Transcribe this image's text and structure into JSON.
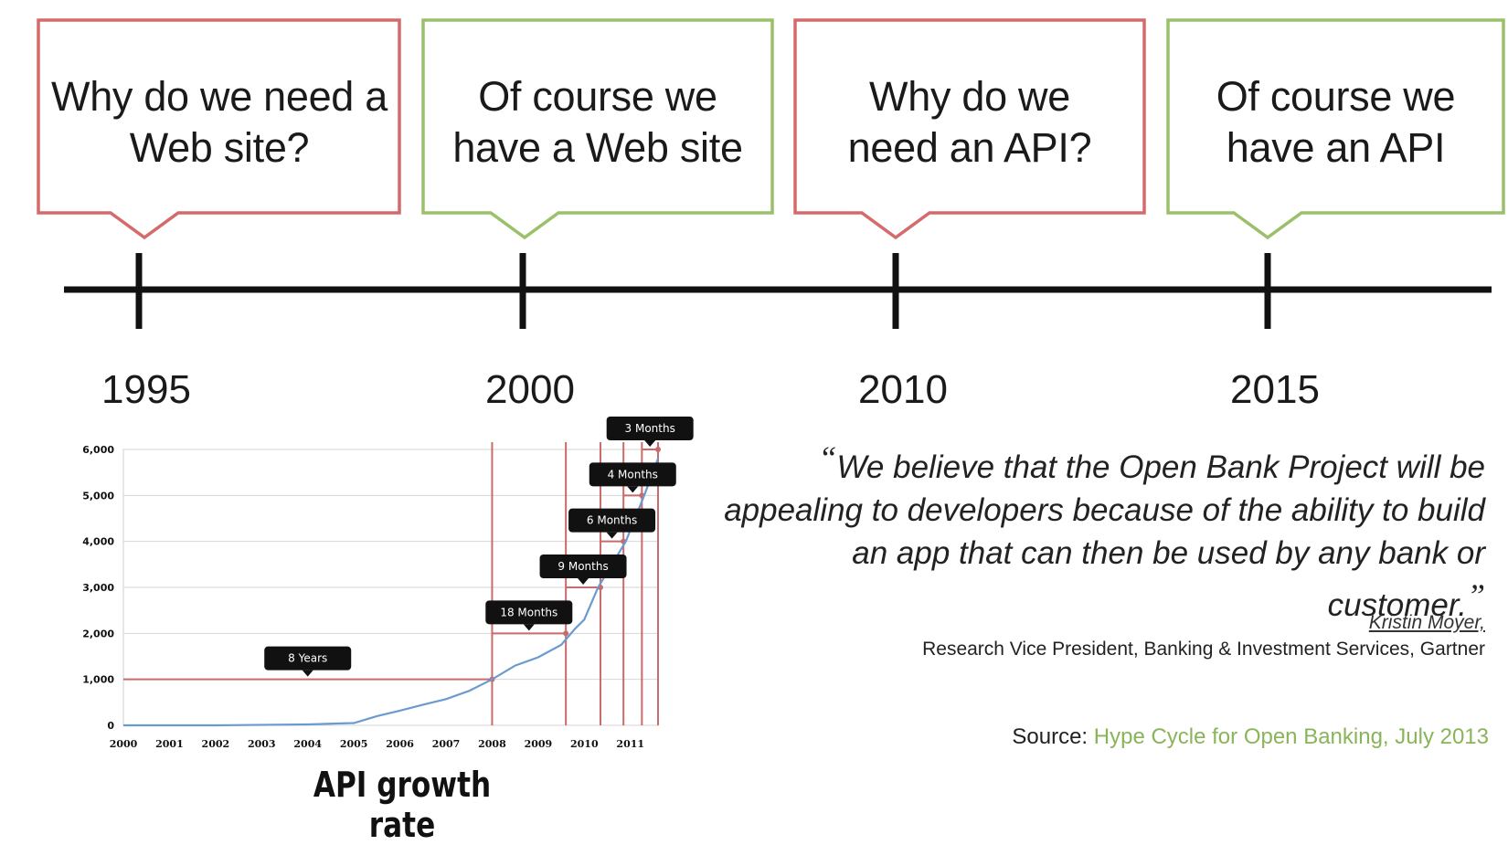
{
  "colors": {
    "red": "#d46a6a",
    "green": "#9bc06a",
    "line": "#111111",
    "series": "#6a9bd0",
    "marker": "#c96b6b"
  },
  "bubbles": [
    {
      "lines": [
        "Why do we need a",
        "Web site?"
      ],
      "style": "red"
    },
    {
      "lines": [
        "Of course we",
        "have a Web site"
      ],
      "style": "green"
    },
    {
      "lines": [
        "Why do we",
        "need an API?"
      ],
      "style": "red"
    },
    {
      "lines": [
        "Of course we",
        "have an API"
      ],
      "style": "green"
    }
  ],
  "years": [
    "1995",
    "2000",
    "2010",
    "2015"
  ],
  "chart": {
    "title": "API growth rate",
    "y_ticks": [
      "0",
      "1,000",
      "2,000",
      "3,000",
      "4,000",
      "5,000",
      "6,000"
    ],
    "x_ticks": [
      "2000",
      "2001",
      "2002",
      "2003",
      "2004",
      "2005",
      "2006",
      "2007",
      "2008",
      "2009",
      "2010",
      "2011"
    ],
    "annotations": [
      "8 Years",
      "18 Months",
      "9 Months",
      "6 Months",
      "4 Months",
      "3 Months"
    ]
  },
  "chart_data": {
    "type": "line",
    "x": [
      2000,
      2002,
      2004,
      2005,
      2005.5,
      2006,
      2006.5,
      2007,
      2007.5,
      2008,
      2008.5,
      2009,
      2009.5,
      2009.8,
      2010,
      2010.3,
      2010.6,
      2010.9,
      2011.1,
      2011.3,
      2011.6
    ],
    "series": [
      {
        "values": [
          0,
          0,
          20,
          50,
          200,
          320,
          450,
          570,
          750,
          1000,
          1300,
          1480,
          1750,
          2100,
          2300,
          3000,
          3500,
          4000,
          4500,
          5000,
          5800
        ]
      }
    ],
    "xlim": [
      2000,
      2011.6
    ],
    "ylim": [
      0,
      6000
    ],
    "milestones": [
      {
        "label": "8 Years",
        "value": 1000,
        "from": 2000,
        "to": 2008
      },
      {
        "label": "18 Months",
        "value": 2000,
        "from": 2008,
        "to": 2009.6
      },
      {
        "label": "9 Months",
        "value": 3000,
        "from": 2009.6,
        "to": 2010.35
      },
      {
        "label": "6 Months",
        "value": 4000,
        "from": 2010.35,
        "to": 2010.85
      },
      {
        "label": "4 Months",
        "value": 5000,
        "from": 2010.85,
        "to": 2011.25
      },
      {
        "label": "3 Months",
        "value": 6000,
        "from": 2011.25,
        "to": 2011.6
      }
    ],
    "grid": true,
    "legend": "none"
  },
  "quote": {
    "open_mark": "“",
    "text": "We believe that the Open Bank Project will be appealing to developers because of the ability to build an app that can then be used by any bank or customer.",
    "close_mark": "”",
    "author": "Kristin Moyer,",
    "role": "Research Vice President, Banking & Investment Services, Gartner"
  },
  "source": {
    "label": "Source:",
    "text": "Hype Cycle for Open Banking, July 2013"
  }
}
